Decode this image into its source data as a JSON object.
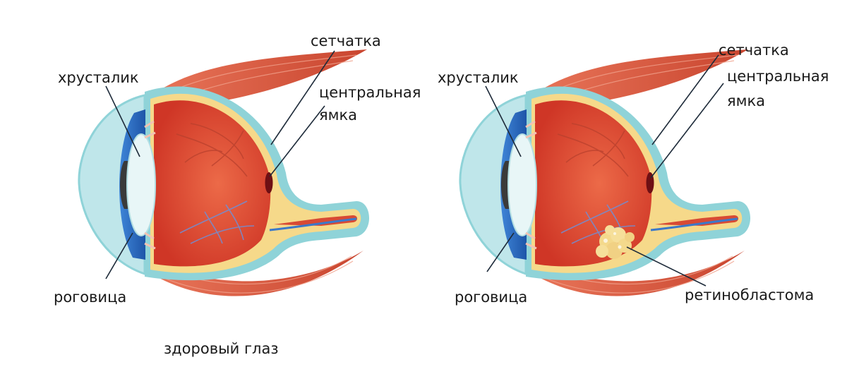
{
  "diagrams": [
    {
      "id": "healthy",
      "caption": "здоровый глаз",
      "labels": {
        "lens": "хрусталик",
        "retina": "сетчатка",
        "fovea_line1": "центральная",
        "fovea_line2": "ямка",
        "cornea": "роговица"
      }
    },
    {
      "id": "affected",
      "caption": "",
      "labels": {
        "lens": "хрусталик",
        "retina": "сетчатка",
        "fovea_line1": "центральная",
        "fovea_line2": "ямка",
        "cornea": "роговица",
        "tumor": "ретинобластома"
      }
    }
  ],
  "colors": {
    "muscle": "#d9553a",
    "sclera_outline": "#8fd3d8",
    "retina_band": "#f6d98a",
    "vitreous": "#e24a34",
    "iris": "#2f6fc4",
    "cornea": "#bfe6ea",
    "lens": "#e8f6f7",
    "fovea": "#6e0f14",
    "optic_nerve_vessel": "#3b78c9",
    "tumor": "#f4d98c"
  }
}
